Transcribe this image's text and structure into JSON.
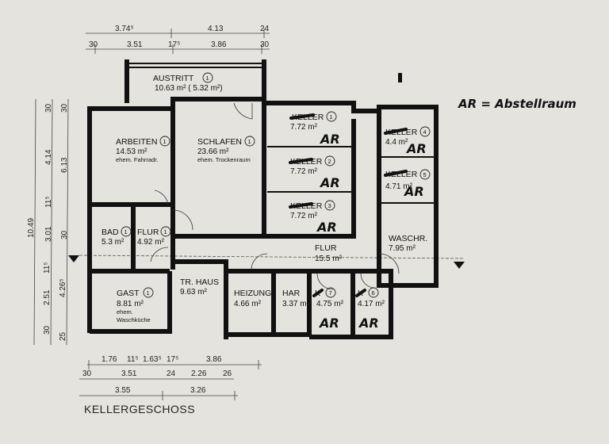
{
  "plan": {
    "title": "KELLERGESCHOSS",
    "legend_note": "AR = Abstellraum",
    "handwritten_mark": "AR",
    "rooms": [
      {
        "name": "AUSTRITT",
        "num": "1",
        "area": "10.63 m² ( 5.32 m²)"
      },
      {
        "name": "ARBEITEN",
        "num": "1",
        "area": "14.53 m²",
        "sub": "ehem. Fahrradr."
      },
      {
        "name": "SCHLAFEN",
        "num": "1",
        "area": "23.66 m²",
        "sub": "ehem. Trockenraum"
      },
      {
        "name": "KELLER",
        "num": "1",
        "area": "7.72 m²",
        "crossed": true
      },
      {
        "name": "KELLER",
        "num": "2",
        "area": "7.72 m²",
        "crossed": true
      },
      {
        "name": "KELLER",
        "num": "3",
        "area": "7.72 m²",
        "crossed": true
      },
      {
        "name": "KELLER",
        "num": "4",
        "area": "4.4 m²",
        "crossed": true
      },
      {
        "name": "KELLER",
        "num": "5",
        "area": "4.71 m²",
        "crossed": true
      },
      {
        "name": "WASCHR.",
        "area": "7.95 m²"
      },
      {
        "name": "BAD",
        "num": "1",
        "area": "5.3 m²"
      },
      {
        "name": "FLUR",
        "num": "1",
        "area": "4.92 m²"
      },
      {
        "name": "FLUR",
        "area": "15.5 m²"
      },
      {
        "name": "GAST",
        "num": "1",
        "area": "8.81 m²",
        "sub": "ehem.",
        "sub2": "Waschküche"
      },
      {
        "name": "TR. HAUS",
        "area": "9.63 m²"
      },
      {
        "name": "HEIZUNG",
        "area": "4.66 m²"
      },
      {
        "name": "HAR",
        "area": "3.37 m²"
      },
      {
        "name": "K",
        "num": "7",
        "area": "4.75 m²",
        "crossed": true
      },
      {
        "name": "K",
        "num": "6",
        "area": "4.17 m²",
        "crossed": true
      }
    ],
    "dims_top_row1": [
      "3.74⁵",
      "4.13",
      "24"
    ],
    "dims_top_row2": [
      "30",
      "3.51",
      "17⁵",
      "3.86",
      "30"
    ],
    "dims_left_outer": [
      "10.49"
    ],
    "dims_left_mid": [
      "30",
      "4.14",
      "11⁵",
      "3.01",
      "11⁵",
      "2.51",
      "30"
    ],
    "dims_left_inner": [
      "30",
      "6.13",
      "30",
      "4.26⁵",
      "25"
    ],
    "dims_bottom_row1": [
      "1.76",
      "11⁵",
      "1.63⁵",
      "17⁵",
      "3.86"
    ],
    "dims_bottom_row2": [
      "30",
      "3.51",
      "24",
      "2.26",
      "26"
    ],
    "dims_bottom_row3": [
      "3.55",
      "3.26"
    ]
  }
}
